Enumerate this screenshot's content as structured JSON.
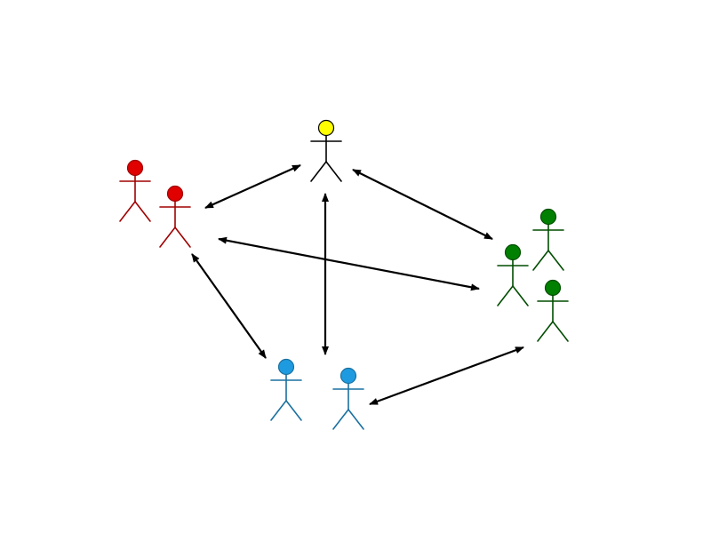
{
  "diagram": {
    "type": "actor-communication-network",
    "arrow_color": "#000000",
    "groups": [
      {
        "id": "yellow",
        "fill": "#ffff00",
        "stroke": "#000000",
        "actors": [
          {
            "id": "yellow-1"
          }
        ]
      },
      {
        "id": "red",
        "fill": "#e00000",
        "stroke": "#a00000",
        "actors": [
          {
            "id": "red-1"
          },
          {
            "id": "red-2"
          }
        ]
      },
      {
        "id": "green",
        "fill": "#008000",
        "stroke": "#004d00",
        "actors": [
          {
            "id": "green-1"
          },
          {
            "id": "green-2"
          },
          {
            "id": "green-3"
          }
        ]
      },
      {
        "id": "blue",
        "fill": "#1e9be0",
        "stroke": "#1a70a0",
        "actors": [
          {
            "id": "blue-1"
          },
          {
            "id": "blue-2"
          }
        ]
      }
    ],
    "connections": [
      {
        "from": "red",
        "to": "yellow",
        "bidirectional": true
      },
      {
        "from": "yellow",
        "to": "green",
        "bidirectional": true
      },
      {
        "from": "red",
        "to": "green",
        "bidirectional": true
      },
      {
        "from": "yellow",
        "to": "blue",
        "bidirectional": true
      },
      {
        "from": "red",
        "to": "blue",
        "bidirectional": true
      },
      {
        "from": "blue",
        "to": "green",
        "bidirectional": true
      }
    ]
  }
}
